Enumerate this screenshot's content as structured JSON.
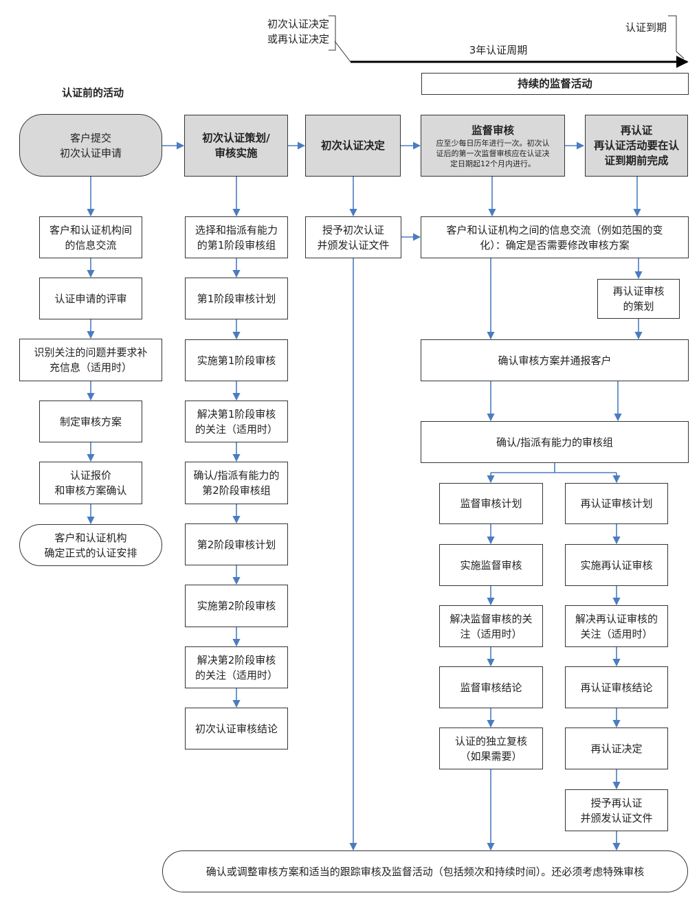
{
  "timeline": {
    "start_label_1": "初次认证决定",
    "start_label_2": "或再认证决定",
    "end_label": "认证到期",
    "cycle_label": "3年认证周期",
    "ongoing_label": "持续的监督活动"
  },
  "columns": {
    "pre": {
      "heading": "认证前的活动",
      "start_1": "客户提交",
      "start_2": "初次认证申请",
      "steps": [
        [
          "客户和认证机构间",
          "的信息交流"
        ],
        [
          "认证申请的评审"
        ],
        [
          "识别关注的问题并要求补",
          "充信息（适用时）"
        ],
        [
          "制定审核方案"
        ],
        [
          "认证报价",
          "和审核方案确认"
        ]
      ],
      "end_1": "客户和认证机构",
      "end_2": "确定正式的认证安排"
    },
    "initial": {
      "header_1": "初次认证策划/",
      "header_2": "审核实施",
      "steps": [
        [
          "选择和指派有能力",
          "的第1阶段审核组"
        ],
        [
          "第1阶段审核计划"
        ],
        [
          "实施第1阶段审核"
        ],
        [
          "解决第1阶段审核",
          "的关注（适用时）"
        ],
        [
          "确认/指派有能力的",
          "第2阶段审核组"
        ],
        [
          "第2阶段审核计划"
        ],
        [
          "实施第2阶段审核"
        ],
        [
          "解决第2阶段审核",
          "的关注（适用时）"
        ],
        [
          "初次认证审核结论"
        ]
      ]
    },
    "decision": {
      "header": "初次认证决定",
      "grant_1": "授予初次认证",
      "grant_2": "并颁发认证文件"
    },
    "surveillance": {
      "header": "监督审核",
      "note_1": "应至少每日历年进行一次。初次认",
      "note_2": "证后的第一次监督审核应在认证决",
      "note_3": "定日期起12个月内进行。"
    },
    "recert": {
      "header_1": "再认证",
      "header_2": "再认证活动要在认",
      "header_3": "证到期前完成",
      "planning_1": "再认证审核",
      "planning_2": "的策划"
    }
  },
  "shared": {
    "info_exchange_1": "客户和认证机构之间的信息交流（例如范围的变",
    "info_exchange_2": "化）：确定是否需要修改审核方案",
    "confirm_program": "确认审核方案并通报客户",
    "confirm_team": "确认/指派有能力的审核组"
  },
  "surv_steps": [
    [
      "监督审核计划"
    ],
    [
      "实施监督审核"
    ],
    [
      "解决监督审核的关",
      "注（适用时）"
    ],
    [
      "监督审核结论"
    ],
    [
      "认证的独立复核",
      "（如果需要）"
    ]
  ],
  "recert_steps": [
    [
      "再认证审核计划"
    ],
    [
      "实施再认证审核"
    ],
    [
      "解决再认证审核的",
      "关注（适用时）"
    ],
    [
      "再认证审核结论"
    ],
    [
      "再认证决定"
    ],
    [
      "授予再认证",
      "并颁发认证文件"
    ]
  ],
  "footer": "确认或调整审核方案和适当的跟踪审核及监督活动（包括频次和持续时间）。还必须考虑特殊审核",
  "colors": {
    "arrow": "#4a7cc0",
    "header_fill": "#d9d9d9",
    "border": "#333333"
  }
}
